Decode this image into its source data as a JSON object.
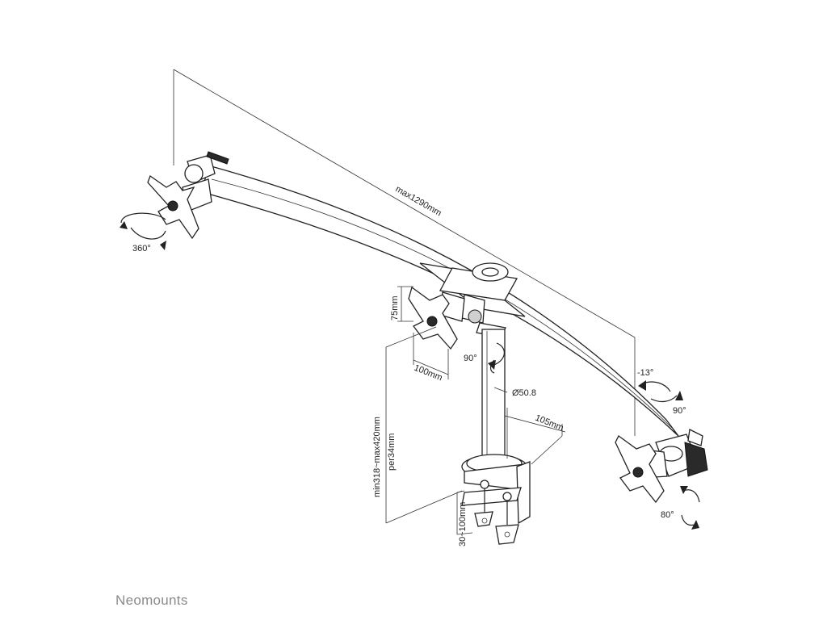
{
  "labels": {
    "arm_length": "max1290mm",
    "rotation_left": "360°",
    "vesa_height": "75mm",
    "vesa_width": "100mm",
    "pole_tilt": "90°",
    "pole_diameter": "Ø50.8",
    "clamp_depth": "105mm",
    "height_range": "min318~max420mm",
    "height_step": "per34mm",
    "desk_thickness": "30~100mm",
    "tilt_up": "-13°",
    "tilt_down": "90°",
    "swivel_right": "80°"
  },
  "brand": "Neomounts"
}
